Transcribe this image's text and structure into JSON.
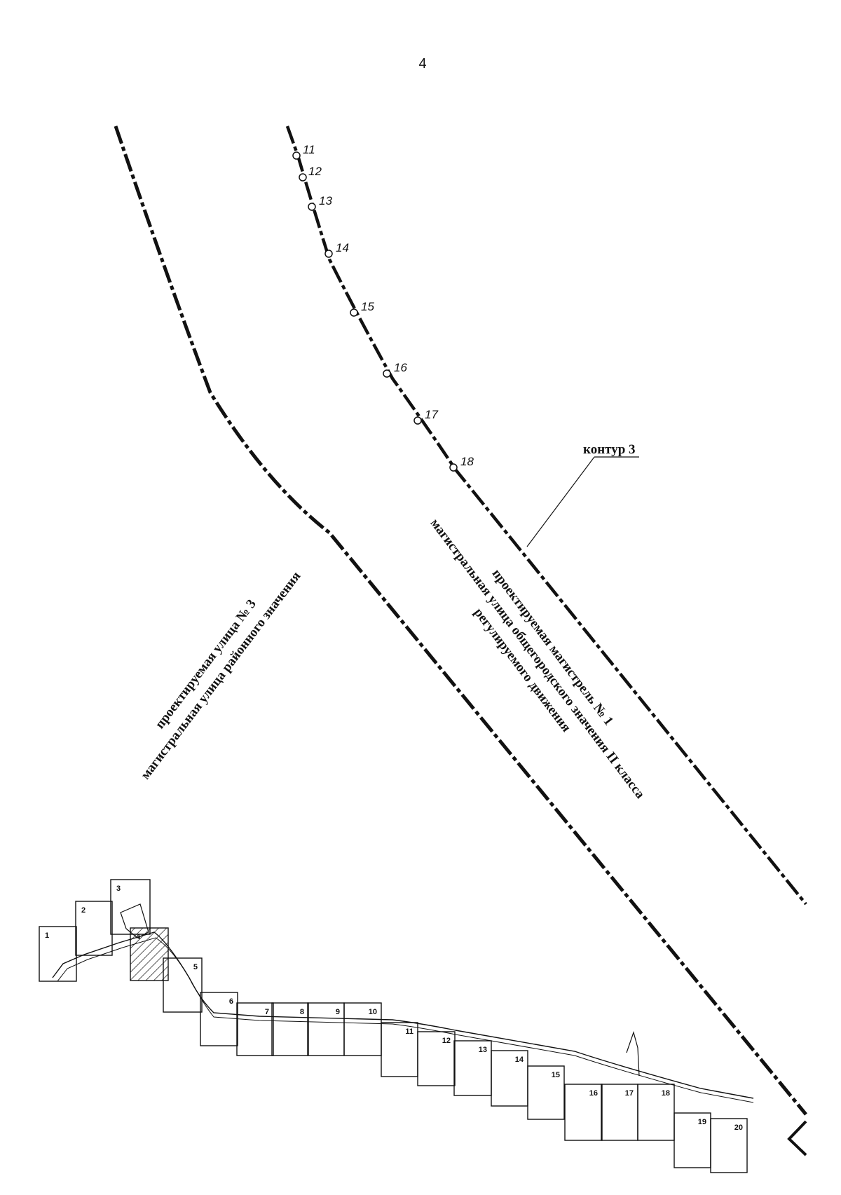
{
  "page_number": "4",
  "contour": {
    "label": "контур 3"
  },
  "points": [
    {
      "id": "11"
    },
    {
      "id": "12"
    },
    {
      "id": "13"
    },
    {
      "id": "14"
    },
    {
      "id": "15"
    },
    {
      "id": "16"
    },
    {
      "id": "17"
    },
    {
      "id": "18"
    }
  ],
  "roads": {
    "street3": {
      "line1": "проектируемая улица № 3",
      "line2": "магистральная улица районного значения"
    },
    "highway1": {
      "line1": "проектируемая магистрель № 1",
      "line2": "магистральная улица общегородского значения II класса",
      "line3": "регулируемого движения"
    }
  },
  "index_sheets": [
    "1",
    "2",
    "3",
    "4",
    "5",
    "6",
    "7",
    "8",
    "9",
    "10",
    "11",
    "12",
    "13",
    "14",
    "15",
    "16",
    "17",
    "18",
    "19",
    "20"
  ],
  "highlighted_sheet": "4",
  "colors": {
    "line": "#111111",
    "background": "#ffffff"
  }
}
